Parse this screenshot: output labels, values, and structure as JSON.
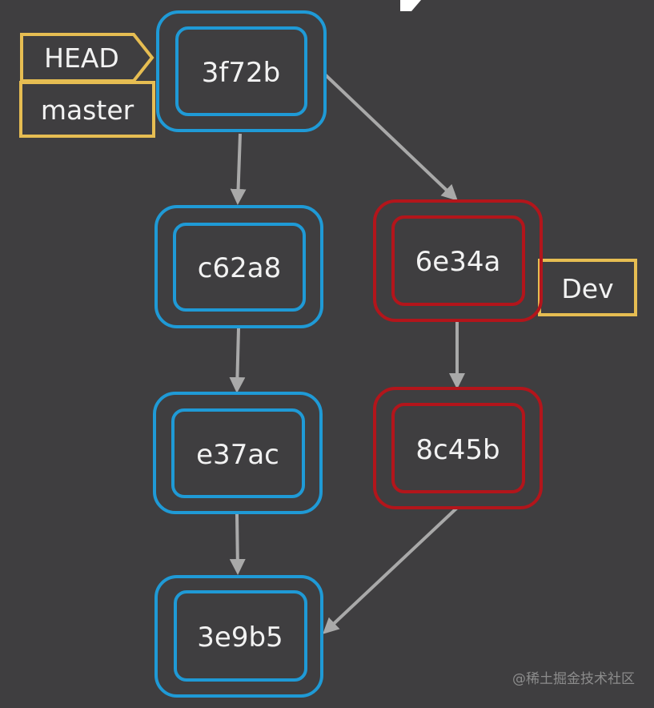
{
  "colors": {
    "background": "#3f3e40",
    "master_branch": "#1f9ad6",
    "dev_branch": "#b3151b",
    "ref_label": "#e6bd52",
    "arrow": "#a9a9a9",
    "text": "#f2f2f2"
  },
  "commits": [
    {
      "id": "3f72b",
      "branch": "master"
    },
    {
      "id": "c62a8",
      "branch": "master"
    },
    {
      "id": "e37ac",
      "branch": "master"
    },
    {
      "id": "3e9b5",
      "branch": "master"
    },
    {
      "id": "6e34a",
      "branch": "dev"
    },
    {
      "id": "8c45b",
      "branch": "dev"
    }
  ],
  "edges": [
    {
      "from": "3f72b",
      "to": "c62a8"
    },
    {
      "from": "c62a8",
      "to": "e37ac"
    },
    {
      "from": "e37ac",
      "to": "3e9b5"
    },
    {
      "from": "3f72b",
      "to": "6e34a"
    },
    {
      "from": "6e34a",
      "to": "8c45b"
    },
    {
      "from": "8c45b",
      "to": "3e9b5"
    }
  ],
  "refs": {
    "head": "HEAD",
    "master": "master",
    "dev": "Dev"
  },
  "watermark": "@稀土掘金技术社区"
}
